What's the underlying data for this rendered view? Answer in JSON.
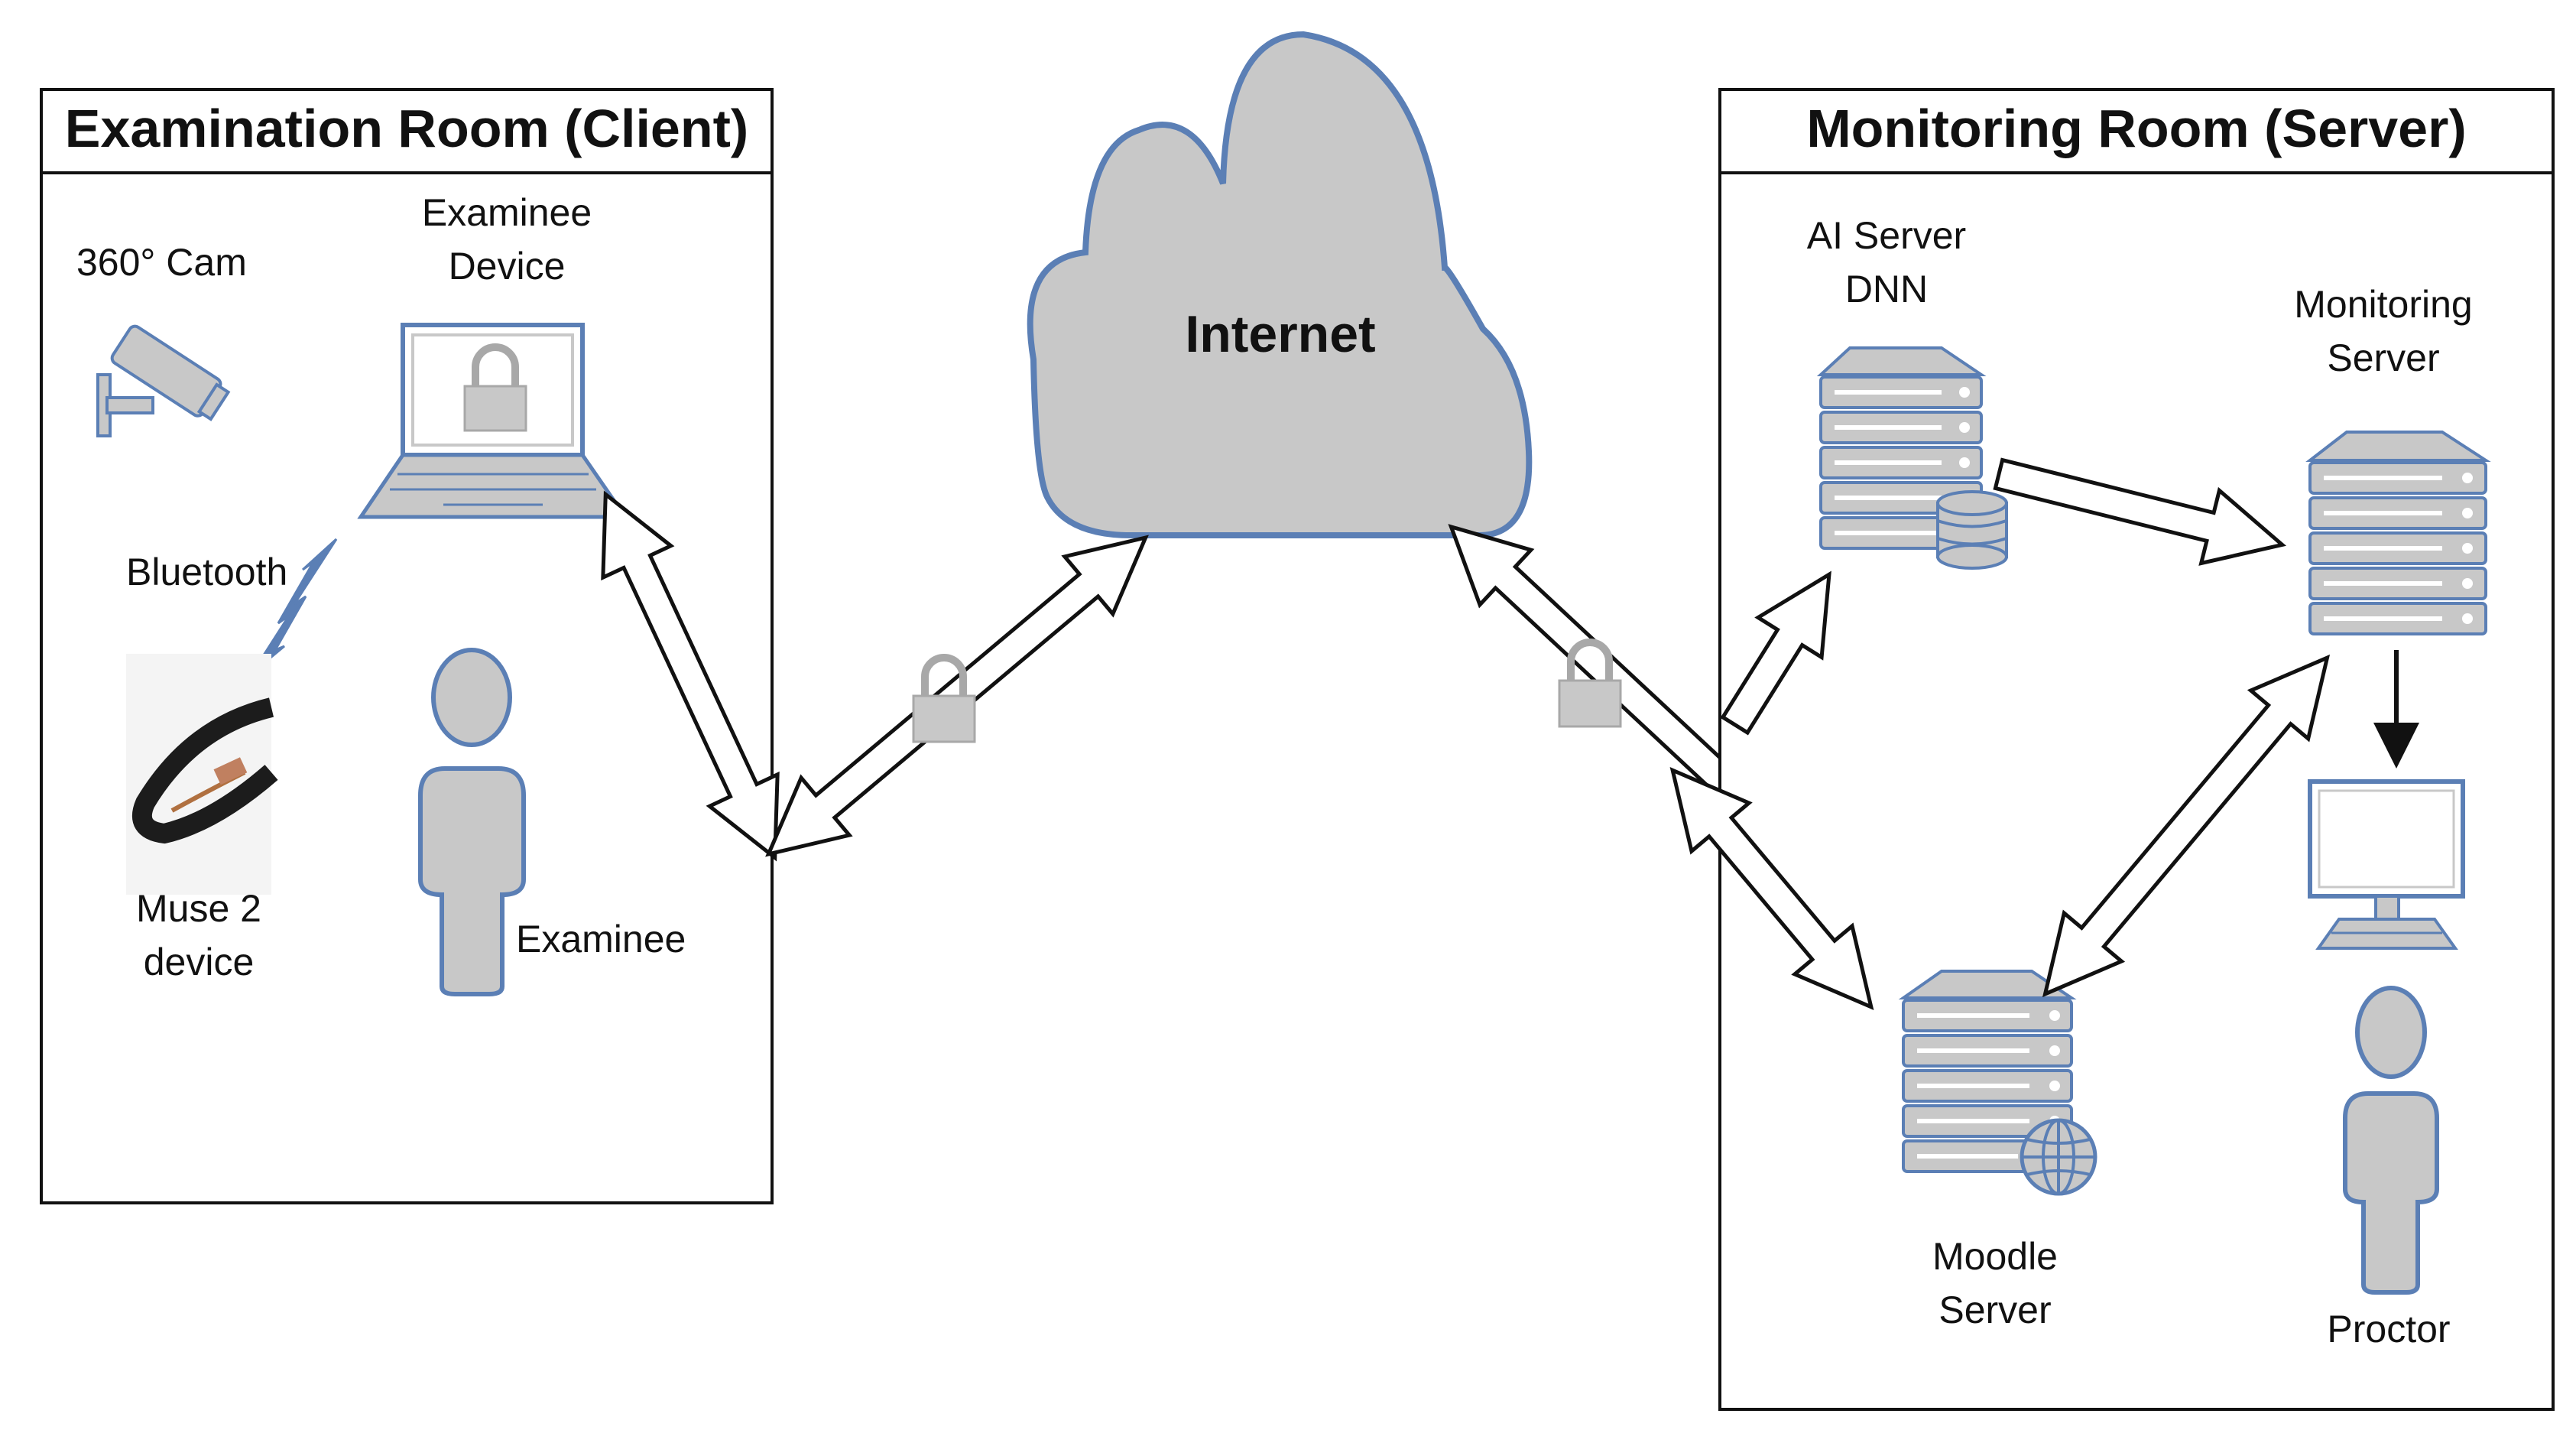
{
  "client_room": {
    "title": "Examination Room (Client)",
    "cam": "360° Cam",
    "device_line1": "Examinee",
    "device_line2": "Device",
    "bluetooth": "Bluetooth",
    "muse_line1": "Muse 2",
    "muse_line2": "device",
    "examinee": "Examinee"
  },
  "cloud": {
    "label": "Internet"
  },
  "server_room": {
    "title": "Monitoring Room (Server)",
    "ai_line1": "AI Server",
    "ai_line2": "DNN",
    "monitoring_line1": "Monitoring",
    "monitoring_line2": "Server",
    "moodle_line1": "Moodle",
    "moodle_line2": "Server",
    "proctor": "Proctor"
  },
  "colors": {
    "icon_fill": "#c8c8c8",
    "icon_stroke": "#5b7fb5",
    "frame": "#111111",
    "arrow_fill": "#ffffff"
  }
}
